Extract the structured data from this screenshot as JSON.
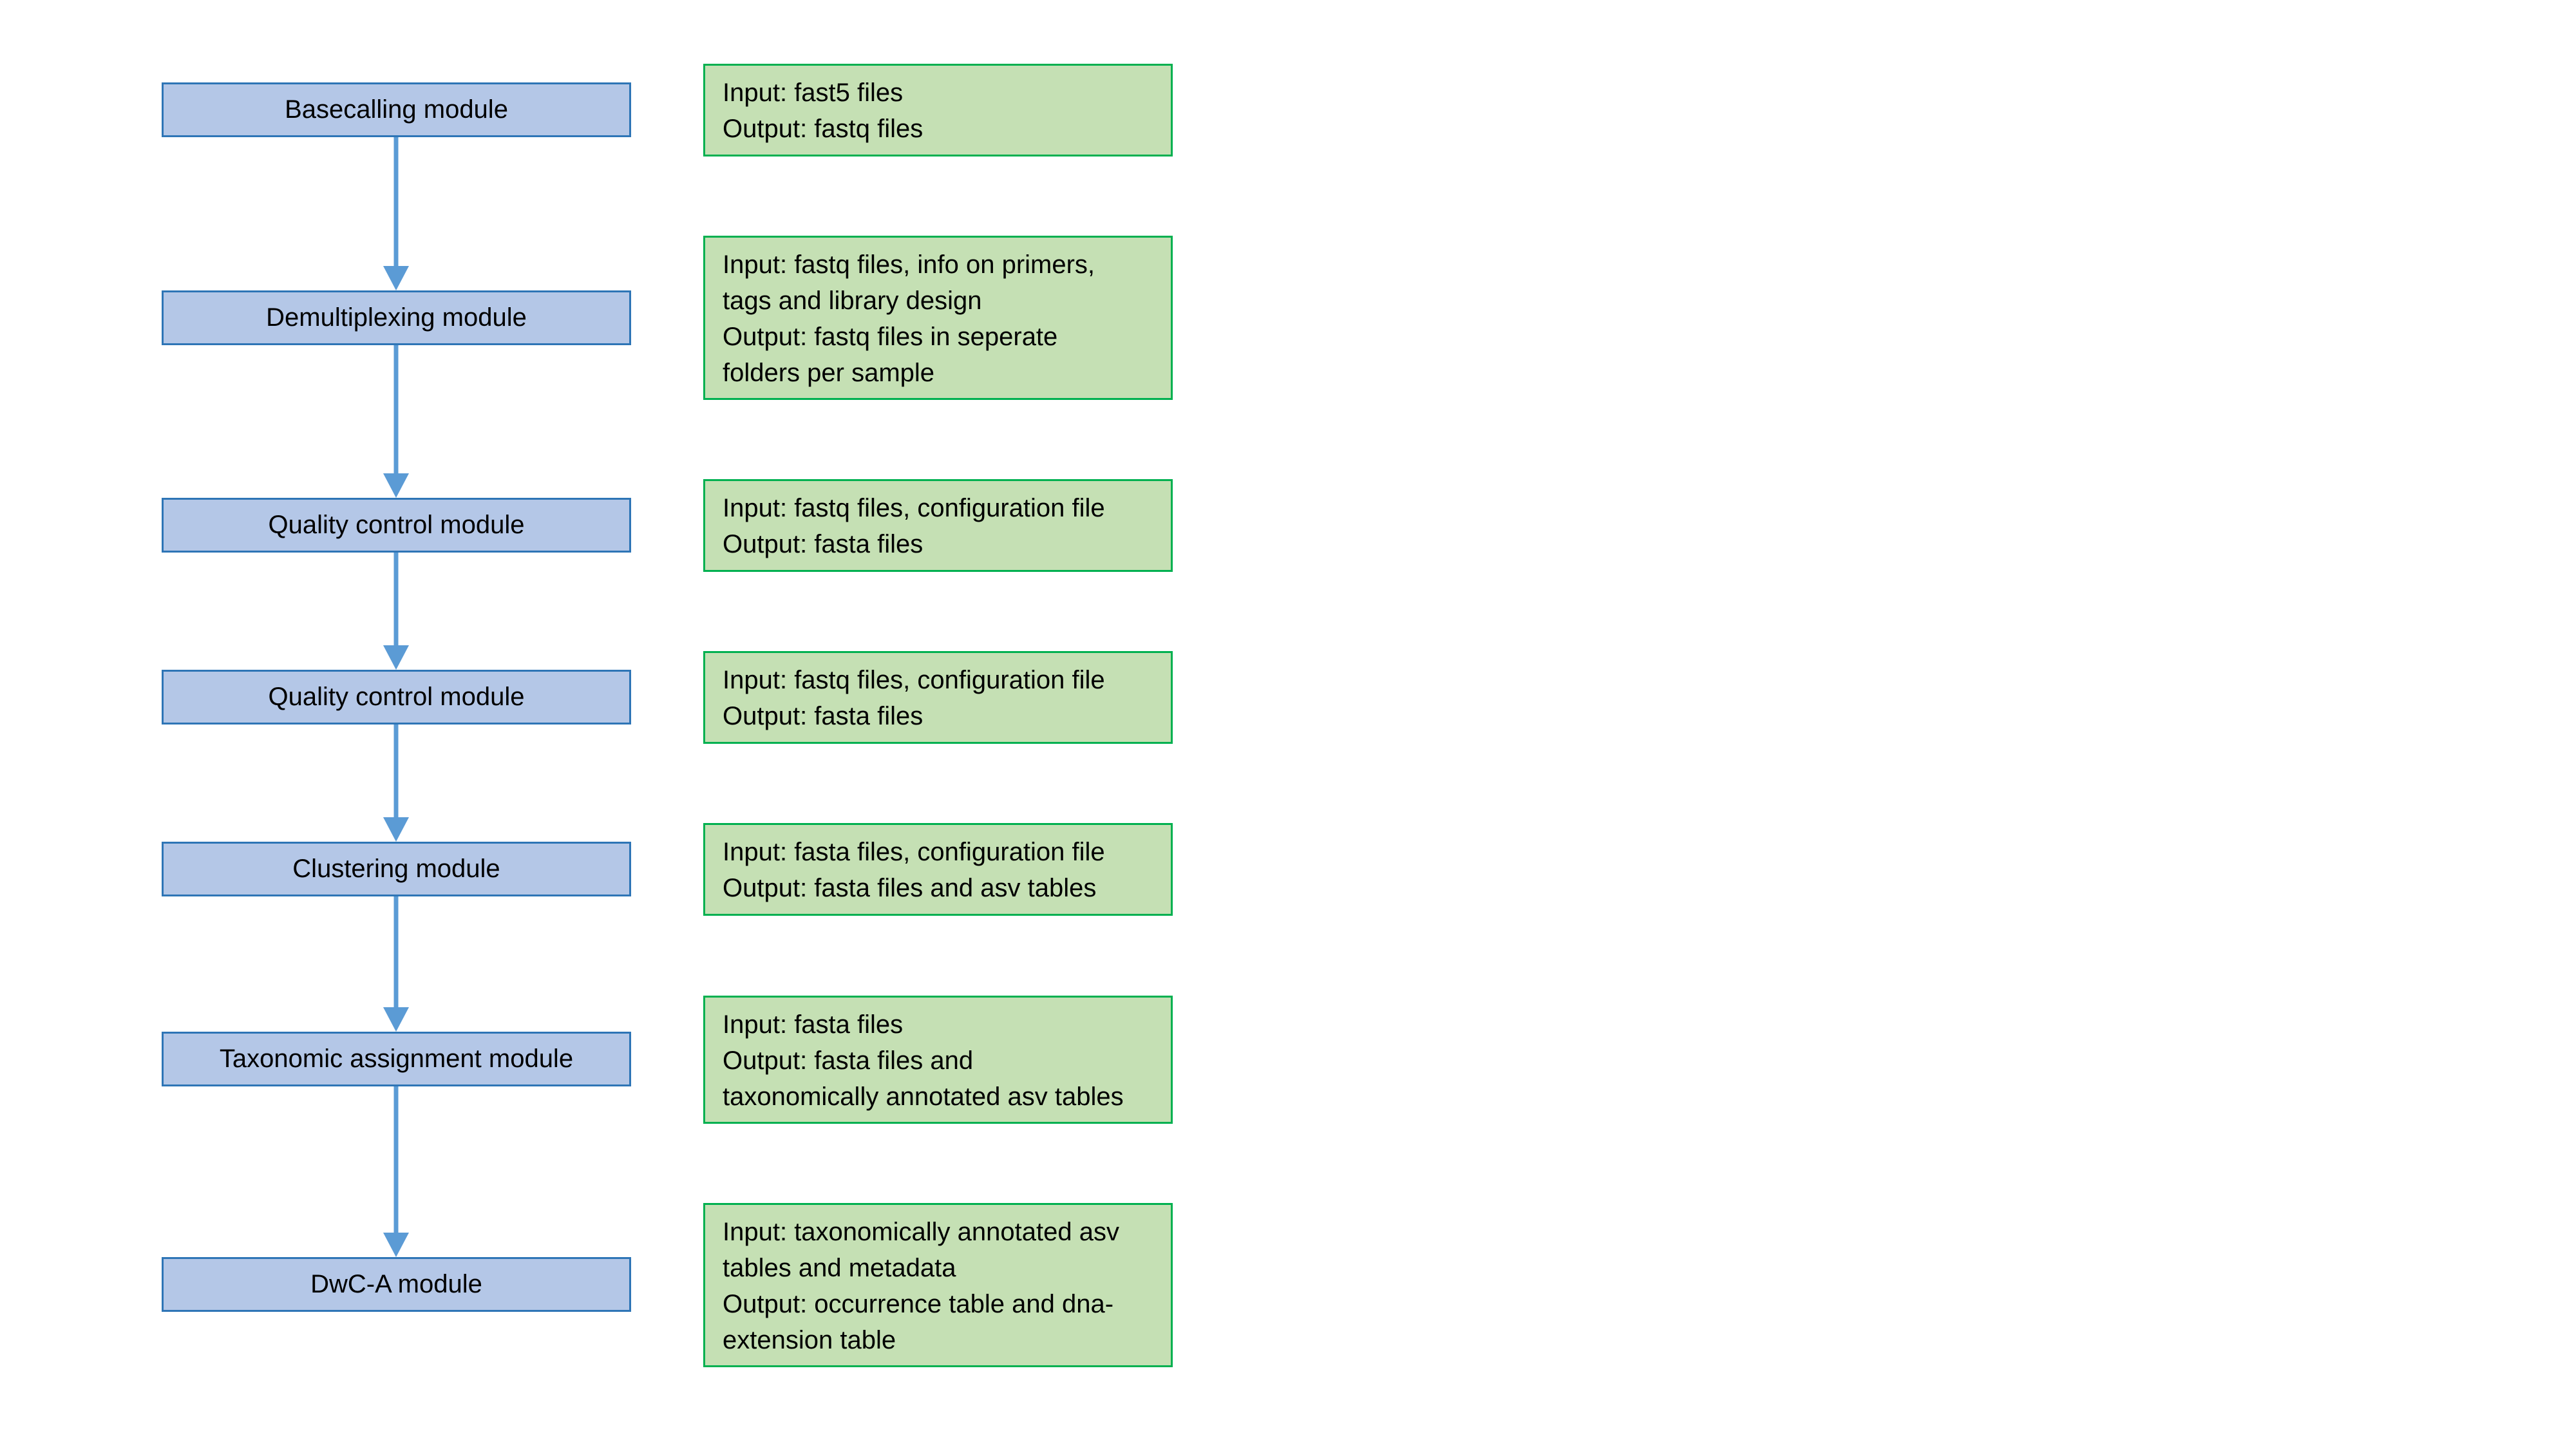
{
  "colors": {
    "module_fill": "#b4c7e7",
    "module_border": "#2e75b6",
    "info_fill": "#c5e0b4",
    "info_border": "#00b050",
    "arrow": "#5b9bd5"
  },
  "steps": [
    {
      "module": "Basecalling module",
      "info": [
        "Input: fast5 files",
        "Output: fastq files"
      ]
    },
    {
      "module": "Demultiplexing module",
      "info": [
        "Input: fastq files, info on primers,",
        "tags and library design",
        "Output: fastq files in seperate",
        "folders per sample"
      ]
    },
    {
      "module": "Quality control module",
      "info": [
        "Input: fastq files, configuration file",
        "Output: fasta files"
      ]
    },
    {
      "module": "Quality control module",
      "info": [
        "Input: fastq files, configuration file",
        "Output: fasta files"
      ]
    },
    {
      "module": "Clustering module",
      "info": [
        "Input: fasta files, configuration file",
        "Output: fasta files and asv tables"
      ]
    },
    {
      "module": "Taxonomic assignment module",
      "info": [
        "Input: fasta files",
        "Output: fasta files and",
        "taxonomically annotated asv tables"
      ]
    },
    {
      "module": "DwC-A module",
      "info": [
        "Input: taxonomically annotated asv",
        "tables and metadata",
        "Output: occurrence table and dna-",
        "extension table"
      ]
    }
  ]
}
